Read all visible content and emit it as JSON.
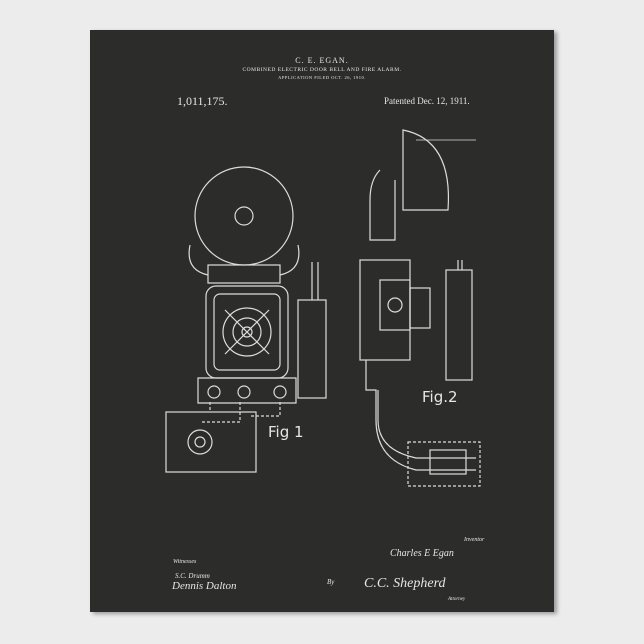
{
  "poster": {
    "inventor_header": "C. E. EGAN.",
    "title": "COMBINED ELECTRIC DOOR BELL AND FIRE ALARM.",
    "application": "APPLICATION FILED OCT. 26, 1910.",
    "patent_number": "1,011,175.",
    "patented": "Patented Dec. 12, 1911.",
    "fig1": "Fig 1",
    "fig2": "Fig.2",
    "witnesses_label": "Witnesses",
    "witness1": "S.C. Drumm",
    "witness2": "Dennis Dalton",
    "inventor_label": "Inventor",
    "inventor_signature": "Charles E Egan",
    "by_label": "By",
    "attorney_signature": "C.C. Shepherd",
    "attorney_label": "Attorney",
    "background_color": "#2c2c2b",
    "line_color": "#e6e6e6"
  }
}
